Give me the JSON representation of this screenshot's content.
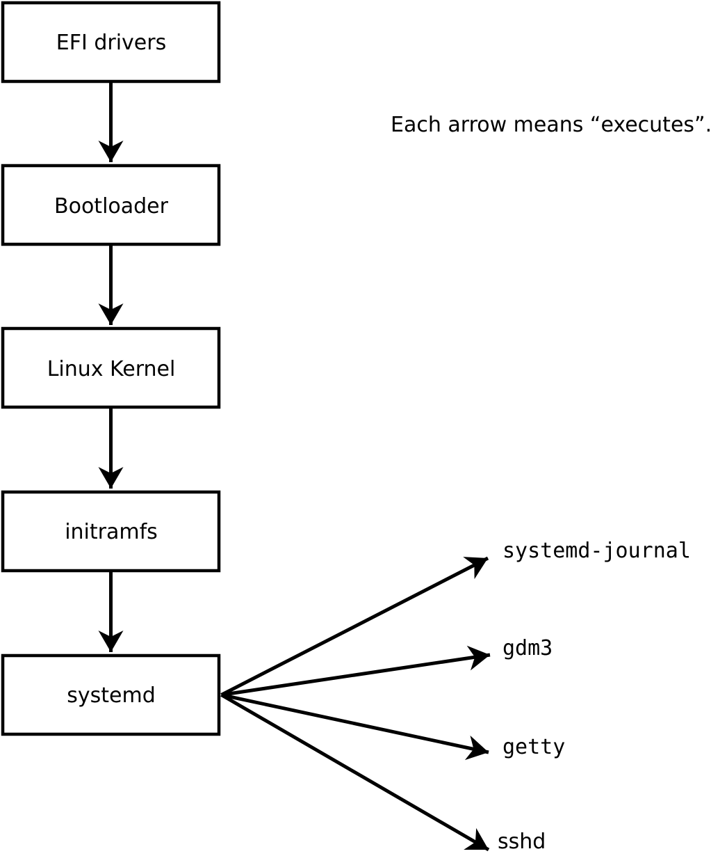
{
  "diagram": {
    "title": "linux-boot-chain-diagram",
    "note": "Each arrow means “executes”.",
    "colors": {
      "background": "#ffffff",
      "box_fill": "#ffffff",
      "stroke": "#000000",
      "text": "#000000"
    },
    "arrow_meaning": "executes",
    "chain": [
      {
        "label": "EFI drivers"
      },
      {
        "label": "Bootloader"
      },
      {
        "label": "Linux Kernel"
      },
      {
        "label": "initramfs"
      },
      {
        "label": "systemd"
      }
    ],
    "spawned": [
      {
        "label": "systemd-journal"
      },
      {
        "label": "gdm3"
      },
      {
        "label": "getty"
      },
      {
        "label": "sshd"
      }
    ]
  }
}
